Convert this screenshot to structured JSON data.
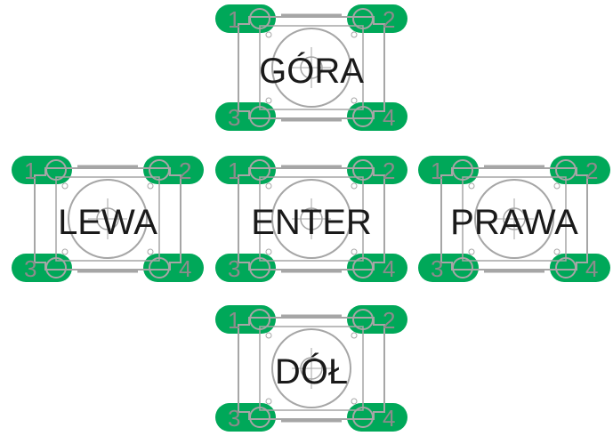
{
  "buttons": [
    {
      "id": "gora",
      "label": "GÓRA",
      "pins": [
        "1",
        "2",
        "3",
        "4"
      ]
    },
    {
      "id": "lewa",
      "label": "LEWA",
      "pins": [
        "1",
        "2",
        "3",
        "4"
      ]
    },
    {
      "id": "enter",
      "label": "ENTER",
      "pins": [
        "1",
        "2",
        "3",
        "4"
      ]
    },
    {
      "id": "prawa",
      "label": "PRAWA",
      "pins": [
        "1",
        "2",
        "3",
        "4"
      ]
    },
    {
      "id": "dol",
      "label": "DÓŁ",
      "pins": [
        "1",
        "2",
        "3",
        "4"
      ]
    }
  ],
  "colors": {
    "pad": "#00a859",
    "outline": "#a6a6a6",
    "label": "#1a1a1a",
    "pin_number": "#8c8c8c"
  },
  "icons": {
    "pad": "solder-pad-icon",
    "switch": "tact-switch-icon"
  }
}
